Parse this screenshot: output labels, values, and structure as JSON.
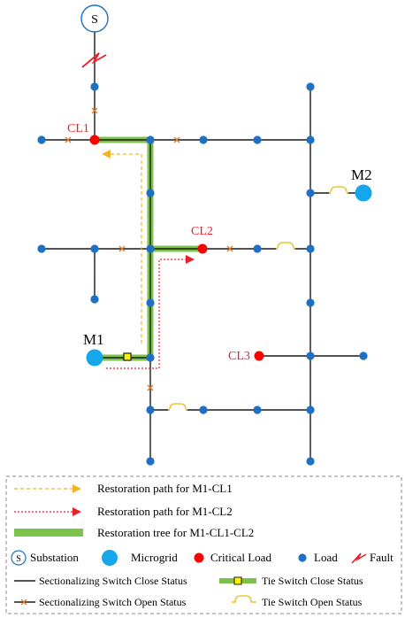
{
  "nodes": {
    "substation_symbol": "S",
    "cl1": "CL1",
    "cl2": "CL2",
    "cl3": "CL3",
    "m1": "M1",
    "m2": "M2"
  },
  "legend": {
    "restoration_m1_cl1": "Restoration path for M1-CL1",
    "restoration_m1_cl2": "Restoration path for M1-CL2",
    "restoration_tree": "Restoration tree for M1-CL1-CL2",
    "substation_symbol": "S",
    "substation": "Substation",
    "microgrid": "Microgrid",
    "critical_load": "Critical Load",
    "load": "Load",
    "fault": "Fault",
    "sectionalizing_close": "Sectionalizing Switch Close Status",
    "tie_close": "Tie Switch Close Status",
    "sectionalizing_open": "Sectionalizing Switch Open Status",
    "tie_open": "Tie Switch Open Status"
  },
  "colors": {
    "line": "#1a1a1a",
    "load": "#1f6fc4",
    "microgrid": "#16a6ec",
    "critical": "#ff0000",
    "tree": "#7dc24b",
    "path_m1_cl1": "#f2b52a",
    "path_m1_cl2": "#e8202a",
    "switch_open": "#e07b2c",
    "tie_open": "#e8c53a",
    "tie_close_fill": "#fff200",
    "fault": "#e8202a"
  },
  "icons": {
    "substation": "substation-icon",
    "fault": "fault-bolt-icon"
  }
}
